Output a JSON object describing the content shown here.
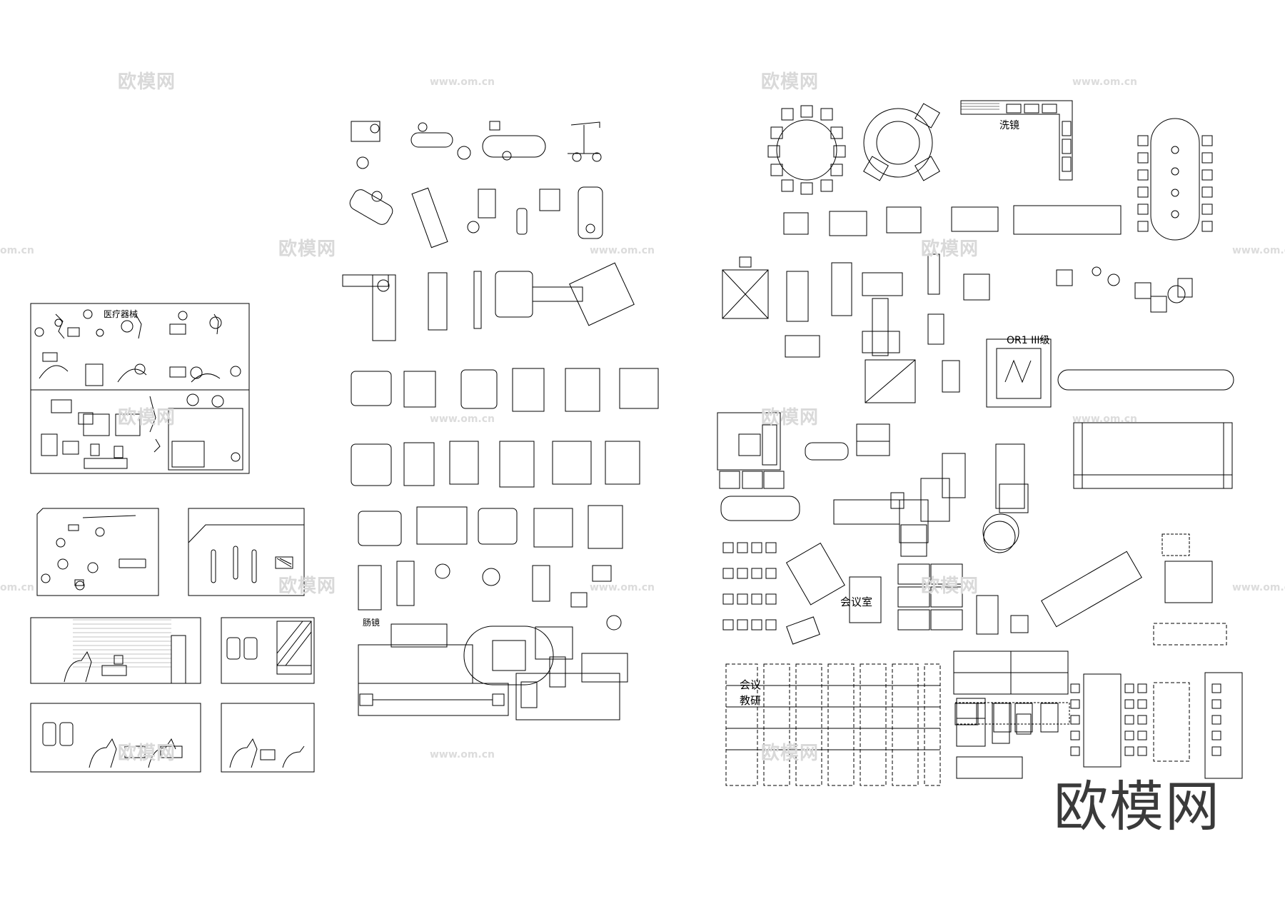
{
  "labels": {
    "medical_equipment": "医疗器械",
    "mirror_wash": "洗镜",
    "or1_level": "OR1  III级",
    "meeting_room": "会议室",
    "meeting_teaching_1": "会议",
    "meeting_teaching_2": "教研",
    "endoscope": "肠镜"
  },
  "watermarks": {
    "cn": "欧模网",
    "url": "www.om.cn",
    "url_edge": "om.cn"
  },
  "brand": "欧模网"
}
